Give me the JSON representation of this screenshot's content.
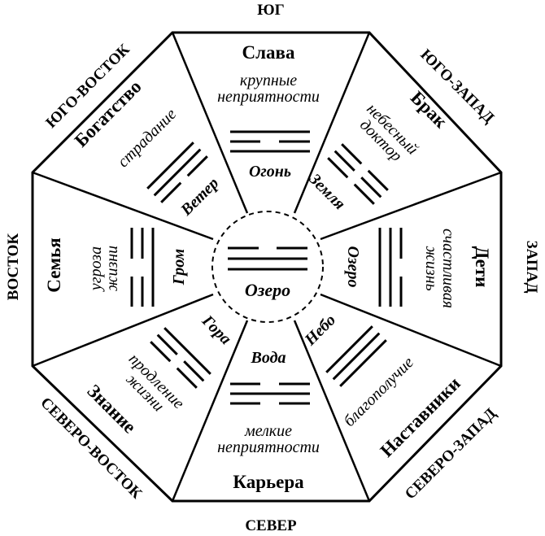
{
  "directions": {
    "south": "ЮГ",
    "south_west": "ЮГО-ЗАПАД",
    "west": "ЗАПАД",
    "north_west": "СЕВЕРО-ЗАПАД",
    "north": "СЕВЕР",
    "north_east": "СЕВЕРО-ВОСТОК",
    "east": "ВОСТОК",
    "south_east": "ЮГО-ВОСТОК"
  },
  "sectors": {
    "south": {
      "area": "Слава",
      "meaning_1": "крупные",
      "meaning_2": "неприятности",
      "element": "Огонь"
    },
    "south_west": {
      "area": "Брак",
      "meaning_1": "небесный",
      "meaning_2": "доктор",
      "element": "Земля"
    },
    "west": {
      "area": "Дети",
      "meaning_1": "счастливая",
      "meaning_2": "жизнь",
      "element": "Озеро"
    },
    "north_west": {
      "area": "Наставники",
      "meaning_1": "благополучие",
      "element": "Небо"
    },
    "north": {
      "area": "Карьера",
      "meaning_1": "мелкие",
      "meaning_2": "неприятности",
      "element": "Вода"
    },
    "north_east": {
      "area": "Знание",
      "meaning_1": "продление",
      "meaning_2": "жизни",
      "element": "Гора"
    },
    "east": {
      "area": "Семья",
      "meaning_1": "угроза",
      "meaning_2": "жизни",
      "element": "Гром"
    },
    "south_east": {
      "area": "Богатство",
      "meaning_1": "страдание",
      "element": "Ветер"
    }
  },
  "center": {
    "element": "Озеро"
  }
}
